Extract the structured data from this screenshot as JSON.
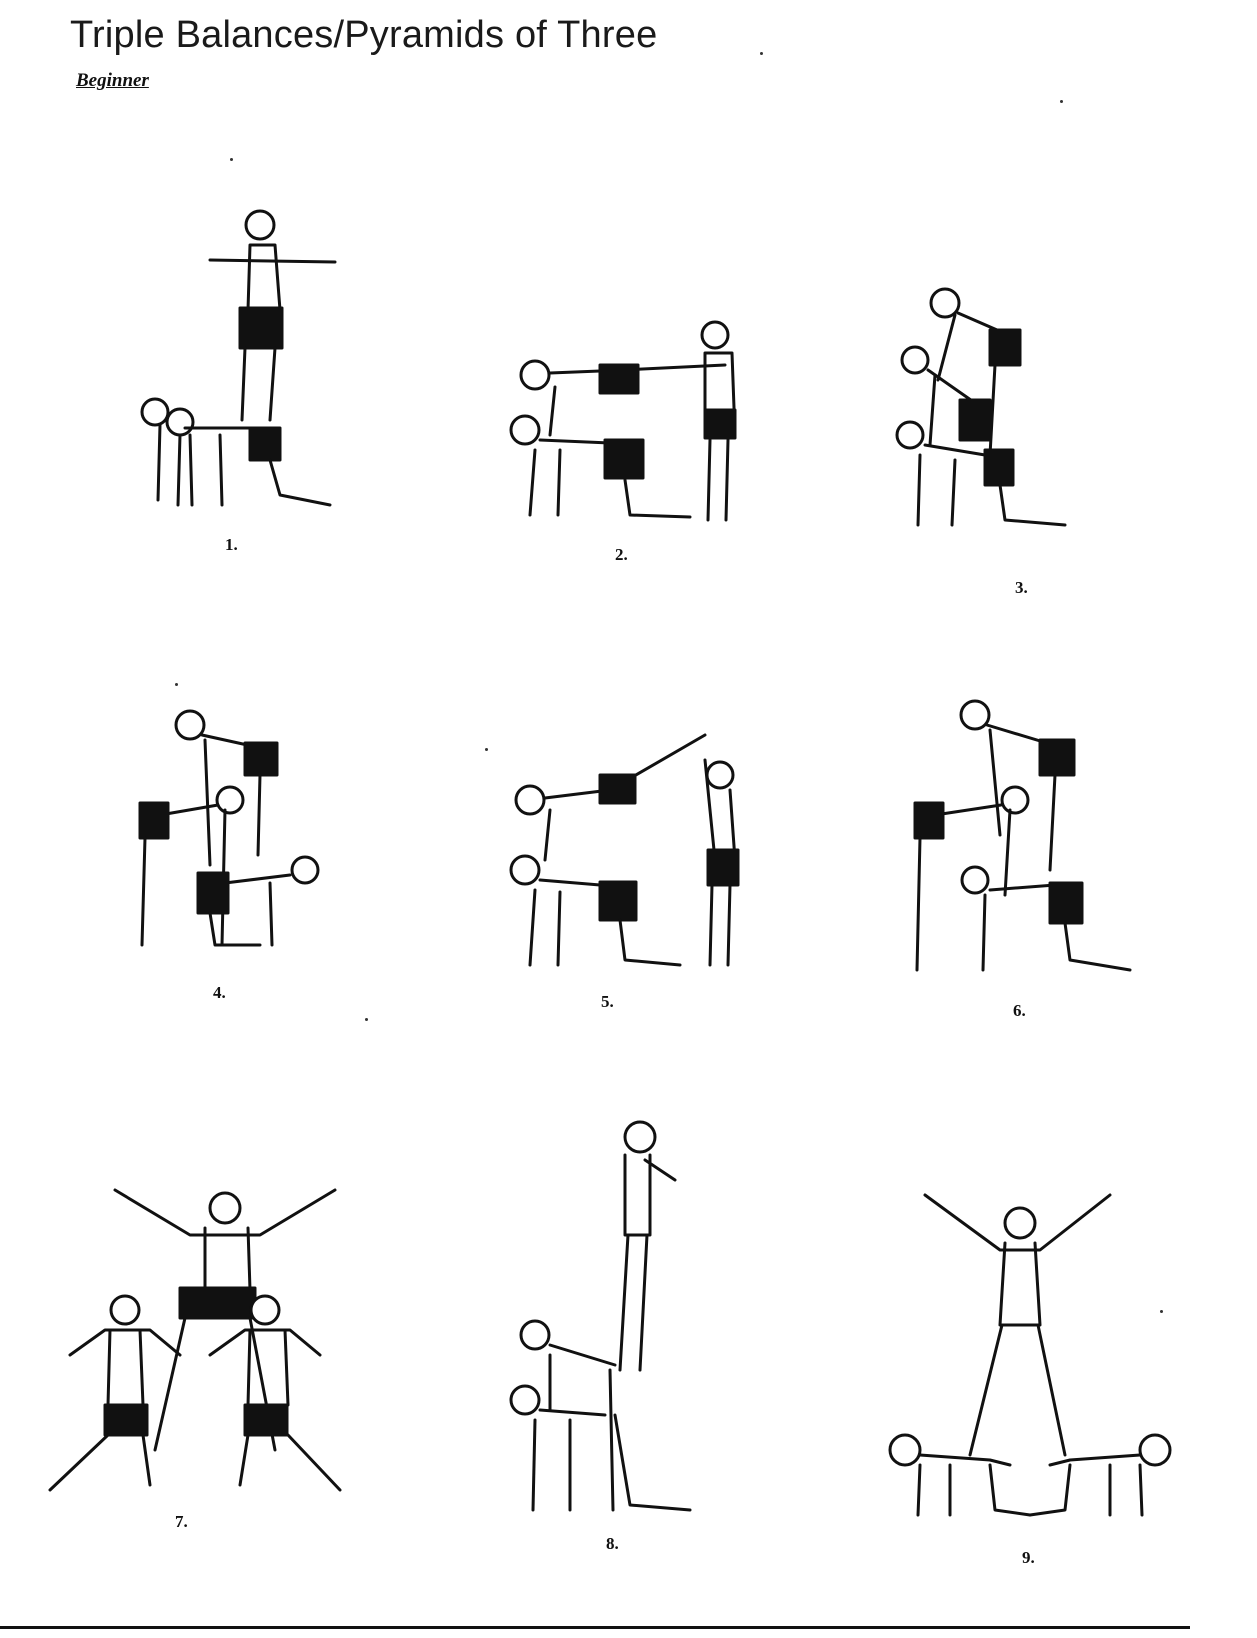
{
  "page": {
    "title": "Triple Balances/Pyramids of Three",
    "subtitle": "Beginner"
  },
  "figures": [
    {
      "label": "1."
    },
    {
      "label": "2."
    },
    {
      "label": "3."
    },
    {
      "label": "4."
    },
    {
      "label": "5."
    },
    {
      "label": "6."
    },
    {
      "label": "7."
    },
    {
      "label": "8."
    },
    {
      "label": "9."
    }
  ],
  "colors": {
    "ink": "#111111",
    "paper": "#ffffff"
  }
}
